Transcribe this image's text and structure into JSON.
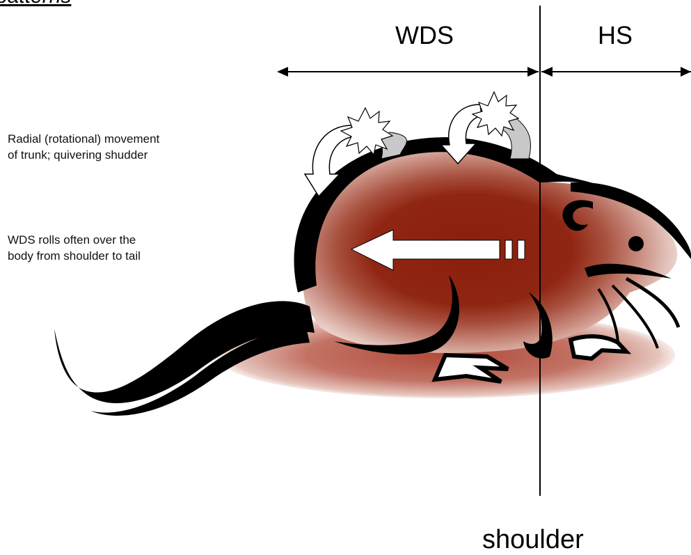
{
  "title": "patterns",
  "regions": {
    "wds": "WDS",
    "hs": "HS"
  },
  "notes": {
    "radial_line1": "Radial (rotational) movement",
    "radial_line2": "of trunk; quivering shudder",
    "rolls_line1": "WDS rolls often over the",
    "rolls_line2": "body from shoulder to tail"
  },
  "shoulder_label": "shoulder",
  "icons": {
    "rodent": "rat-silhouette-icon",
    "rotation": "curved-rotation-arrow-icon",
    "roll_direction": "left-arrow-icon",
    "burst": "starburst-icon"
  },
  "colors": {
    "shading_dark": "#8a1e0c",
    "shading_light": "#f4e4e0",
    "outline": "#000000",
    "arrow_gray": "#c8c8c8"
  }
}
